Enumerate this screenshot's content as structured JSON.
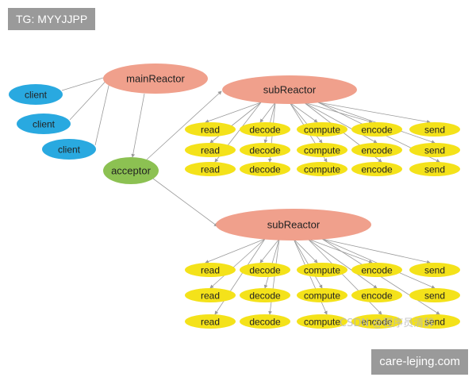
{
  "header_tag": "TG: MYYJJPP",
  "footer_tag": "care-lejing.com",
  "watermark": "CSDN @程序员清辞",
  "colors": {
    "reactor": "#f0a08c",
    "client": "#29a9e0",
    "acceptor": "#8cc152",
    "task": "#f4e21a",
    "edge": "#9a9a9a"
  },
  "diagram": {
    "main_reactor": "mainReactor",
    "acceptor": "acceptor",
    "clients": [
      "client",
      "client",
      "client"
    ],
    "sub_reactors": [
      {
        "label": "subReactor",
        "rows": [
          [
            "read",
            "decode",
            "compute",
            "encode",
            "send"
          ],
          [
            "read",
            "decode",
            "compute",
            "encode",
            "send"
          ],
          [
            "read",
            "decode",
            "compute",
            "encode",
            "send"
          ]
        ]
      },
      {
        "label": "subReactor",
        "rows": [
          [
            "read",
            "decode",
            "compute",
            "encode",
            "send"
          ],
          [
            "read",
            "decode",
            "compute",
            "encode",
            "send"
          ],
          [
            "read",
            "decode",
            "compute",
            "encode",
            "send"
          ]
        ]
      }
    ]
  }
}
